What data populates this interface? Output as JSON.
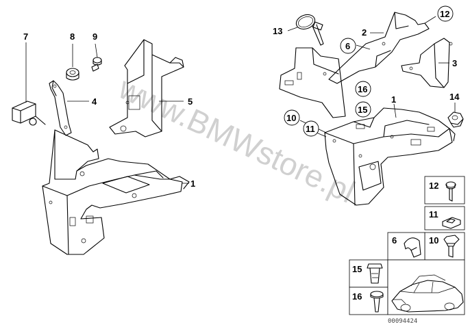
{
  "watermark": "www.BMWstore.pl",
  "drawing_number": "00094424",
  "callouts": {
    "c1a": "1",
    "c4": "4",
    "c5": "5",
    "c7": "7",
    "c8": "8",
    "c9": "9",
    "c13": "13",
    "c2": "2",
    "c6a": "6",
    "c12a": "12",
    "c3": "3",
    "c16a": "16",
    "c15a": "15",
    "c1b": "1",
    "c14": "14",
    "c10a": "10",
    "c11a": "11"
  },
  "legend": {
    "items": [
      "12",
      "11",
      "10",
      "6",
      "15",
      "16"
    ]
  }
}
